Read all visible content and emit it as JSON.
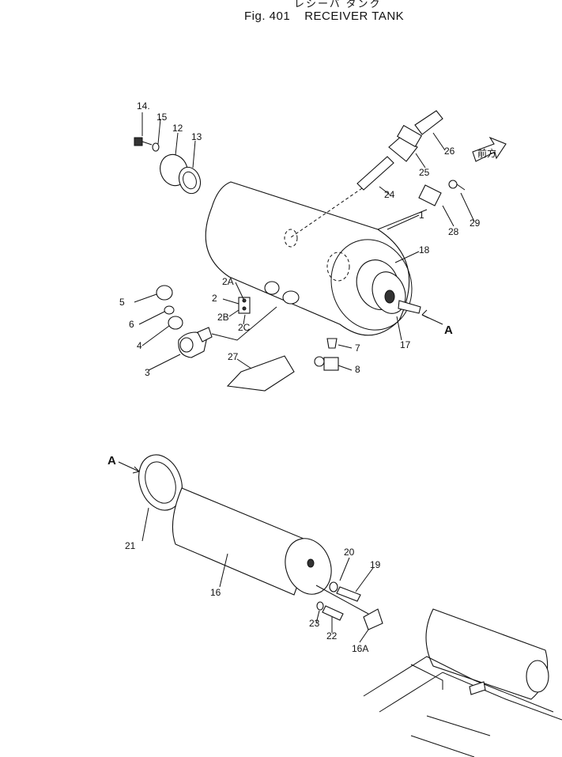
{
  "header": {
    "title_jp": "レシーバ タンク",
    "fig_label": "Fig. 401",
    "title": "RECEIVER TANK"
  },
  "labels": {
    "p1": "1",
    "p2": "2",
    "p2A": "2A",
    "p2B": "2B",
    "p2C": "2C",
    "p3": "3",
    "p4": "4",
    "p5": "5",
    "p6": "6",
    "p7": "7",
    "p8": "8",
    "p12": "12",
    "p13": "13",
    "p14": "14.",
    "p15": "15",
    "p16": "16",
    "p16A": "16A",
    "p17": "17",
    "p18": "18",
    "p19": "19",
    "p20": "20",
    "p21": "21",
    "p22": "22",
    "p23": "23",
    "p24": "24",
    "p25": "25",
    "p26": "26",
    "p27": "27",
    "p28": "28",
    "p29": "29",
    "viewA1": "A",
    "viewA2": "A",
    "front_mark": "前方"
  }
}
